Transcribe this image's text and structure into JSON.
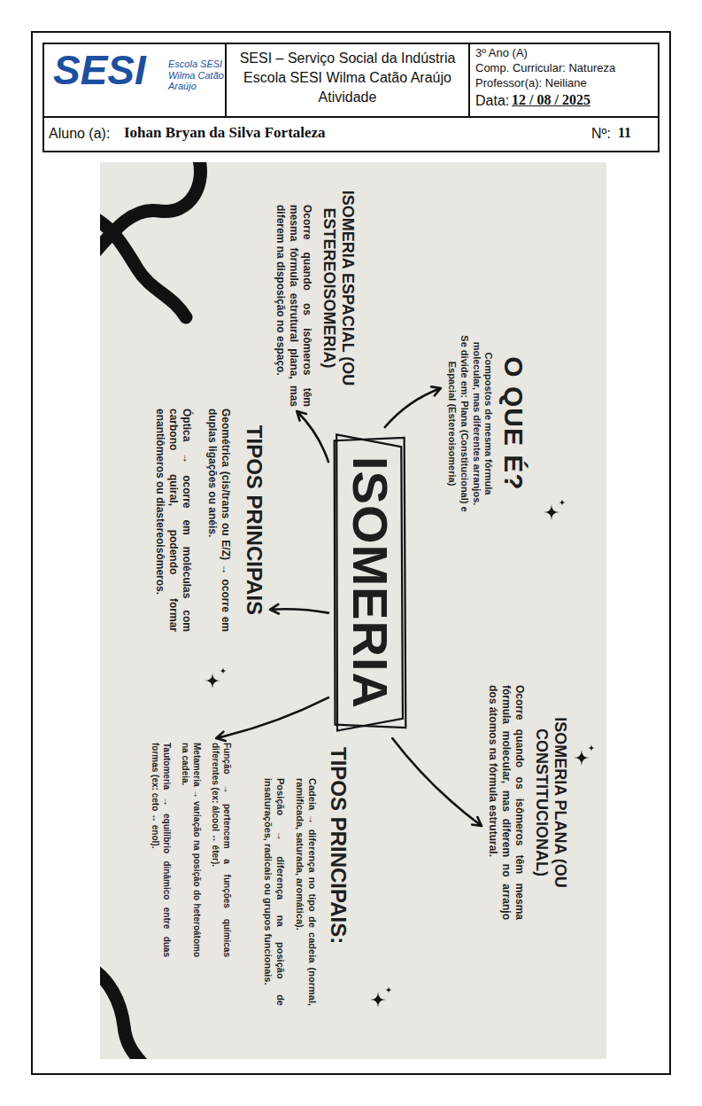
{
  "diagram": {
    "nodes": [
      {
        "text": [
          "O QUE É?",
          "Compostos de mesma fórmula molecular, mas diferentes arranjos. Se divide em: Plana (Constitucional) e Espacial (Estereoisomeria)"
        ]
      },
      {
        "text": [
          "ISOMERIA ESPACIAL (OU ESTEREOISOMERIA)",
          "Ocorre quando os isômeros têm mesma fórmula estrutural plana, mas diferem na disposição no espaço."
        ]
      },
      {
        "text": [
          "ISOMERIA"
        ]
      },
      {
        "text": [
          "ISOMERIA PLANA (OU CONSTITUCIONAL)",
          "Ocorre quando os isômeros têm mesma fórmula molecular, mas diferem no arranjo dos átomos na fórmula estrutural."
        ]
      },
      {
        "text": [
          "TIPOS PRINCIPAIS",
          "Geométrica (cis/trans ou E/Z) → ocorre em duplas ligações ou anéis.",
          "Óptica → ocorre em moléculas com carbono quiral, podendo formar enantiômeros ou diastereoisômeros."
        ]
      },
      {
        "text": [
          "TIPOS PRINCIPAIS:",
          "Cadeia → diferença no tipo de cadeia (normal, ramificada, saturada, aromática).",
          "Posição → diferença na posição de insaturações, radicais ou grupos funcionais."
        ]
      },
      {
        "text": [
          "Função → pertencem a funções químicas diferentes (ex: álcool ↔ éter).",
          "Metameria → variação na posição do heteroátomo na cadeia.",
          "Tautomeria → equilíbrio dinâmico entre duas formas (ex: ceto ↔ enol)."
        ]
      }
    ],
    "edges": [
      {
        "from": 2,
        "to": 0,
        "arrow": "to"
      },
      {
        "from": 2,
        "to": 1,
        "arrow": "to"
      },
      {
        "from": 2,
        "to": 4,
        "arrow": "to"
      },
      {
        "from": 2,
        "to": 6,
        "arrow": "to"
      },
      {
        "from": 2,
        "to": 3,
        "arrow": "to"
      }
    ],
    "labels": [
      "SESI",
      "Escola SESI Wilma Catão Araújo",
      "SESI – Serviço Social da Indústria",
      "Escola SESI Wilma Catão Araújo",
      "Atividade",
      "3º Ano (A)",
      "Comp. Curricular: Natureza",
      "Professor(a): Neiliane",
      "Data:",
      "12 / 08 / 2025",
      "Aluno (a):",
      "Iohan Bryan da Silva Fortaleza",
      "Nº:",
      "11"
    ]
  }
}
